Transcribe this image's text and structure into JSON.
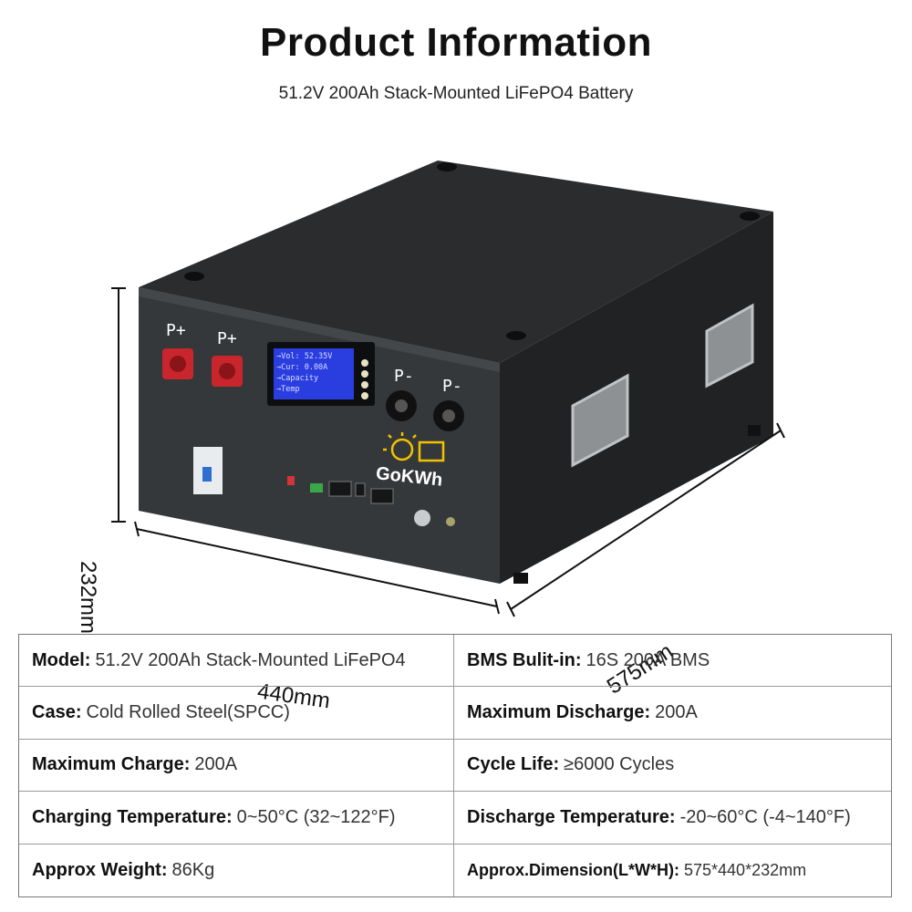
{
  "header": {
    "title": "Product Information",
    "subtitle": "51.2V 200Ah Stack-Mounted LiFePO4 Battery"
  },
  "product_image": {
    "brand": "GoKWh",
    "terminals": [
      "P+",
      "P+",
      "P-",
      "P-"
    ],
    "display_lines": [
      "→Vol: 52.35V",
      "→Cur: 0.00A",
      "→Capacity",
      "→Temp"
    ],
    "dimensions": {
      "height": "232mm",
      "width": "440mm",
      "depth": "575mm"
    },
    "colors": {
      "body": "#2b2d2f",
      "terminal_positive": "#c8262c",
      "screen": "#2233cc",
      "logo_accent": "#f2c200"
    }
  },
  "specs": [
    {
      "key": "Model:",
      "value": "51.2V 200Ah Stack-Mounted LiFePO4"
    },
    {
      "key": "BMS Bulit-in:",
      "value": " 16S 200A BMS"
    },
    {
      "key": "Case:",
      "value": "Cold Rolled Steel(SPCC)"
    },
    {
      "key": "Maximum Discharge:",
      "value": "200A"
    },
    {
      "key": "Maximum Charge:",
      "value": "200A"
    },
    {
      "key": "Cycle Life:",
      "value": "≥6000 Cycles"
    },
    {
      "key": "Charging Temperature:",
      "value": "0~50°C (32~122°F)"
    },
    {
      "key": "Discharge Temperature:",
      "value": "-20~60°C (-4~140°F)"
    },
    {
      "key": "Approx Weight:",
      "value": "86Kg"
    },
    {
      "key": "Approx.Dimension(L*W*H):",
      "value": "575*440*232mm"
    }
  ]
}
